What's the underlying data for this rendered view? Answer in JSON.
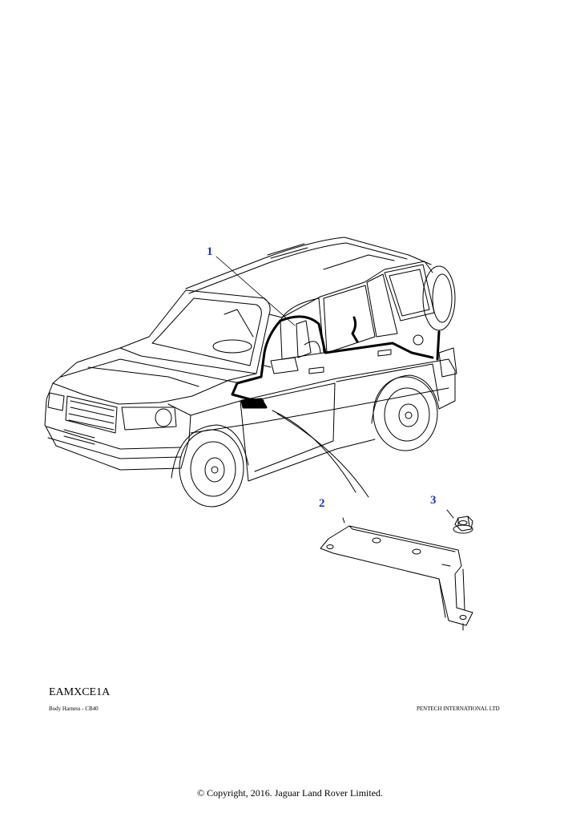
{
  "callouts": [
    {
      "label": "1",
      "color": "#1a37c8"
    },
    {
      "label": "2",
      "color": "#1a37c8"
    },
    {
      "label": "3",
      "color": "#1a37c8"
    }
  ],
  "diagram_code": "EAMXCE1A",
  "footer": {
    "left": "Body Harness - CB40",
    "right": "PENTECH INTERNATIONAL LTD"
  },
  "copyright": "© Copyright, 2016. Jaguar Land Rover Limited."
}
